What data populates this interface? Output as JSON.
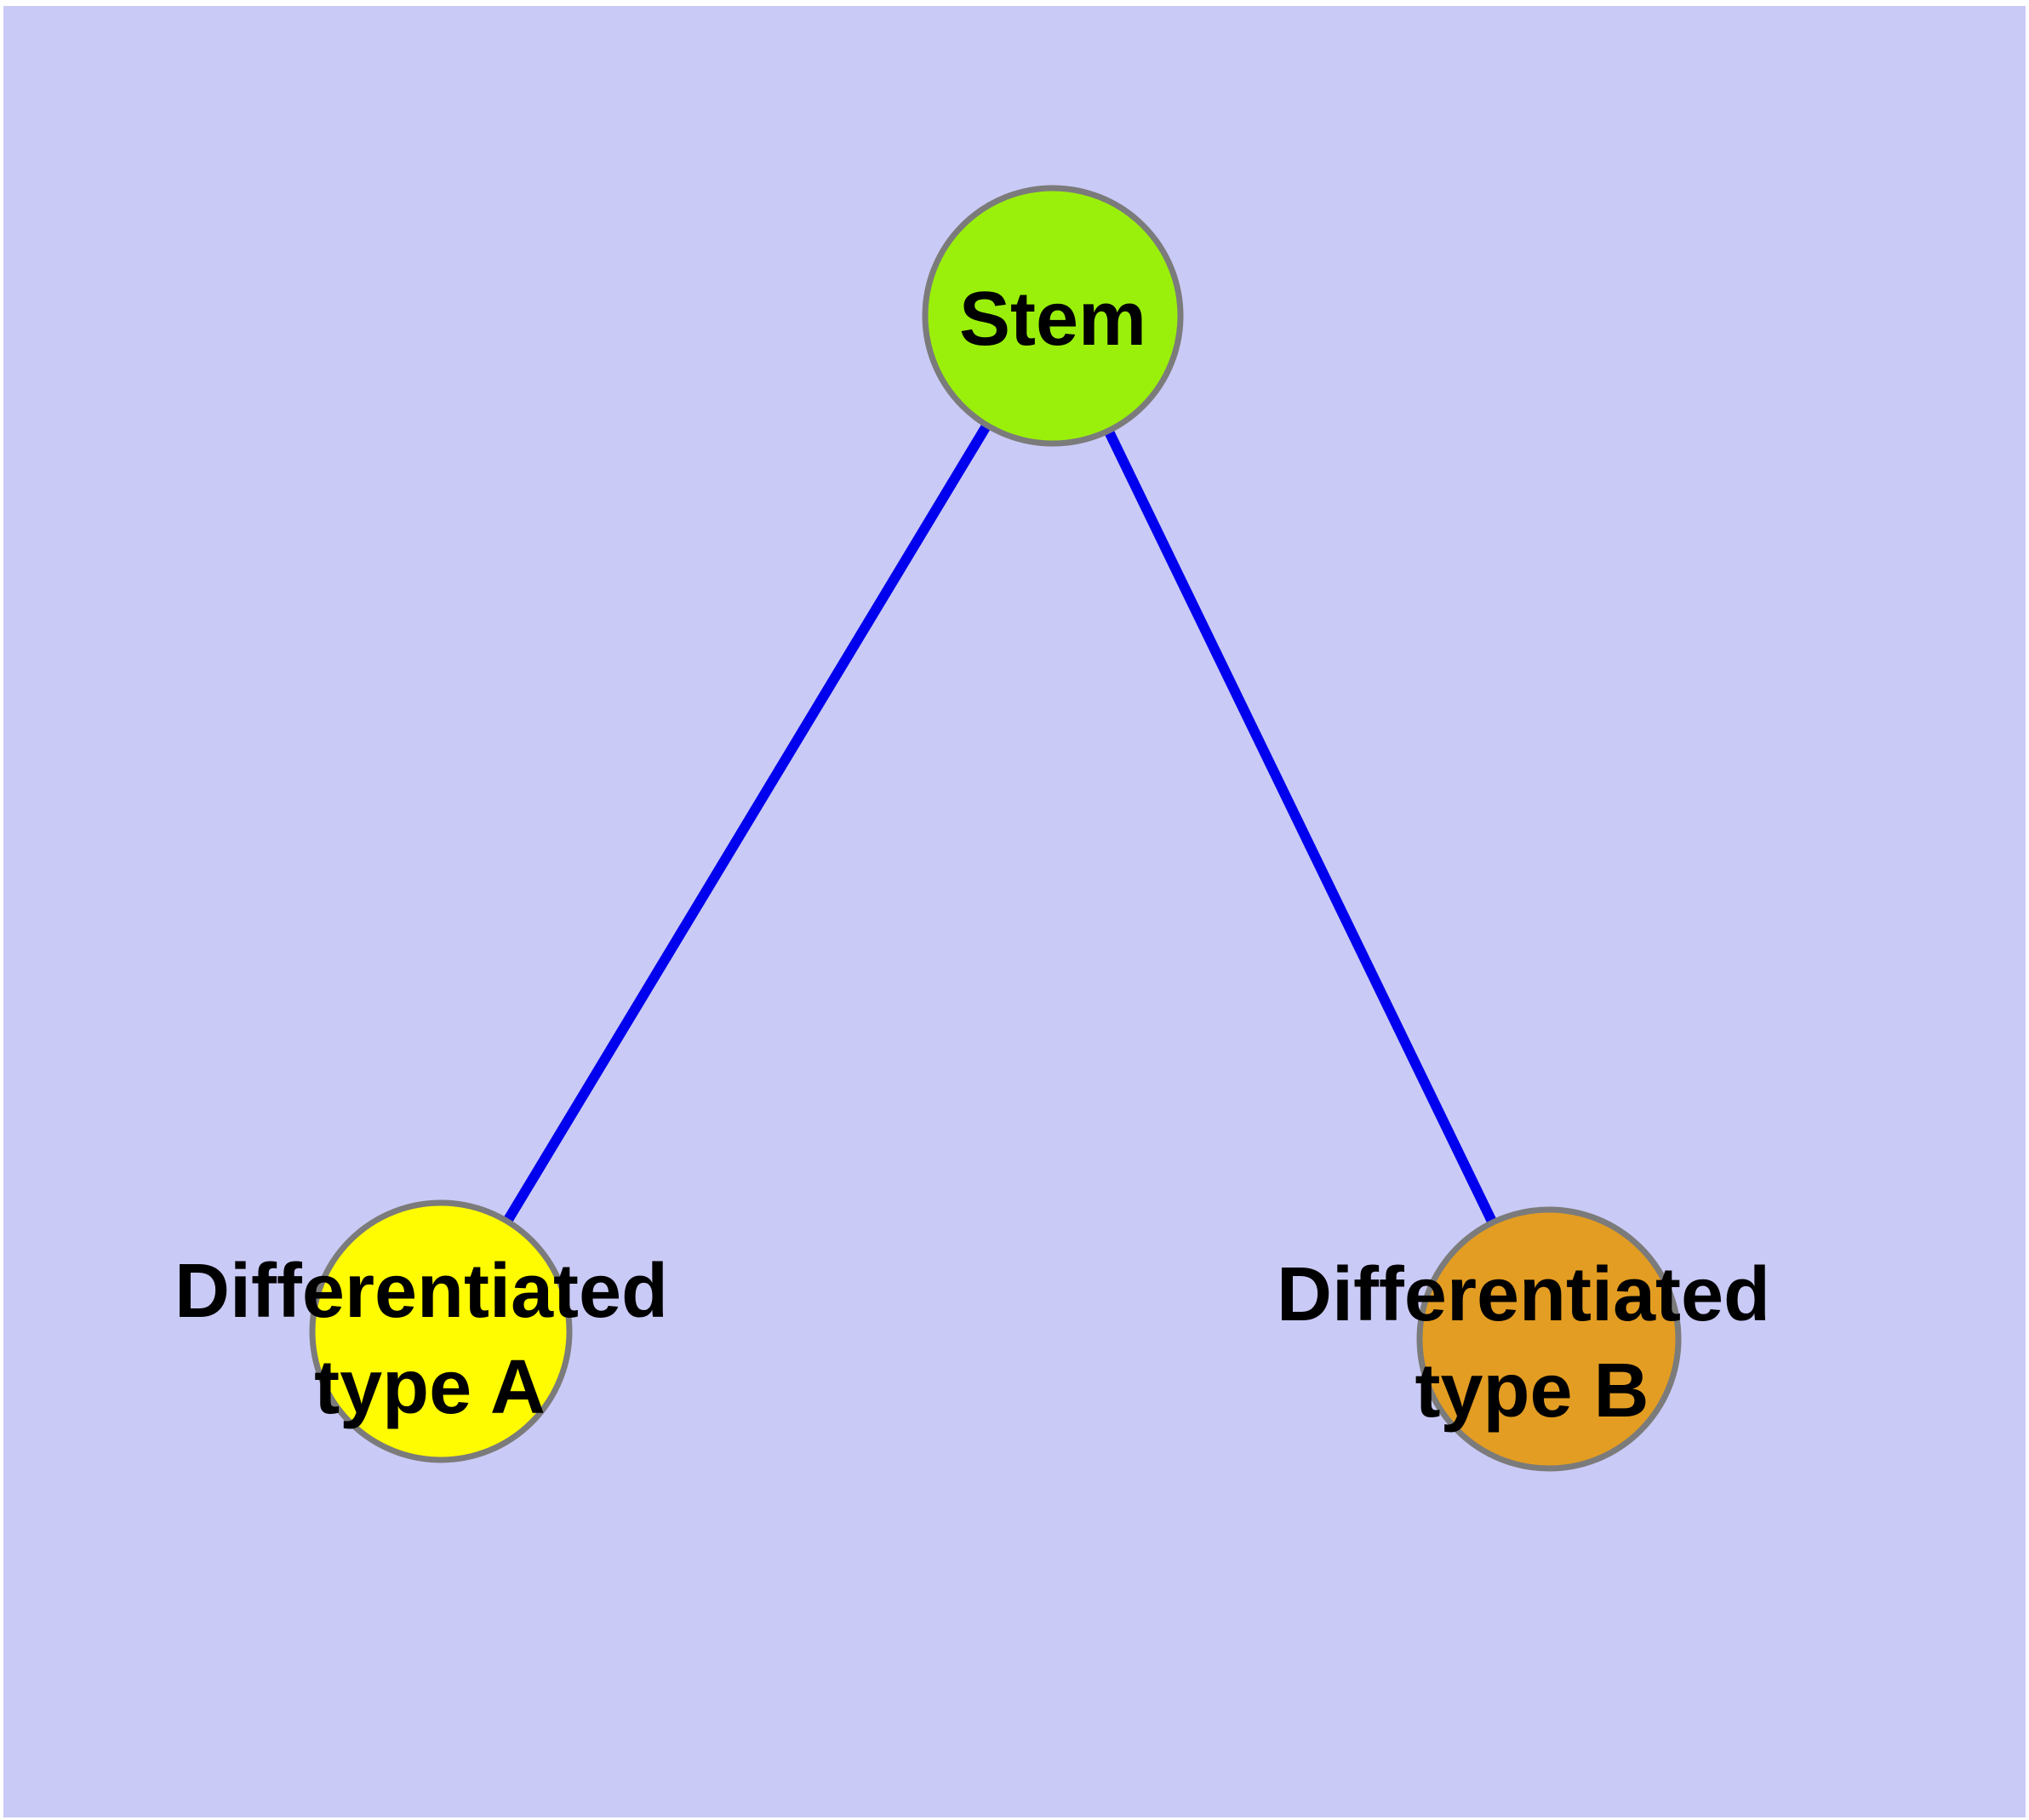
{
  "diagram": {
    "background_color": "#cacaf6",
    "page_margin_color": "#ffffff",
    "node_border_color": "#7b7b7b",
    "label_color": "#000000",
    "nodes": {
      "stem": {
        "label": "Stem",
        "color": "#9af00b"
      },
      "type_a": {
        "label_line1": "Differentiated",
        "label_line2": "type A",
        "color": "#fffb00"
      },
      "type_b": {
        "label_line1": "Differentiated",
        "label_line2": "type B",
        "color": "#e39d22"
      }
    },
    "edges": {
      "color": "#0000ee",
      "items": [
        {
          "from": "Stem",
          "to": "Differentiated type A"
        },
        {
          "from": "Stem",
          "to": "Differentiated type B"
        }
      ]
    }
  }
}
